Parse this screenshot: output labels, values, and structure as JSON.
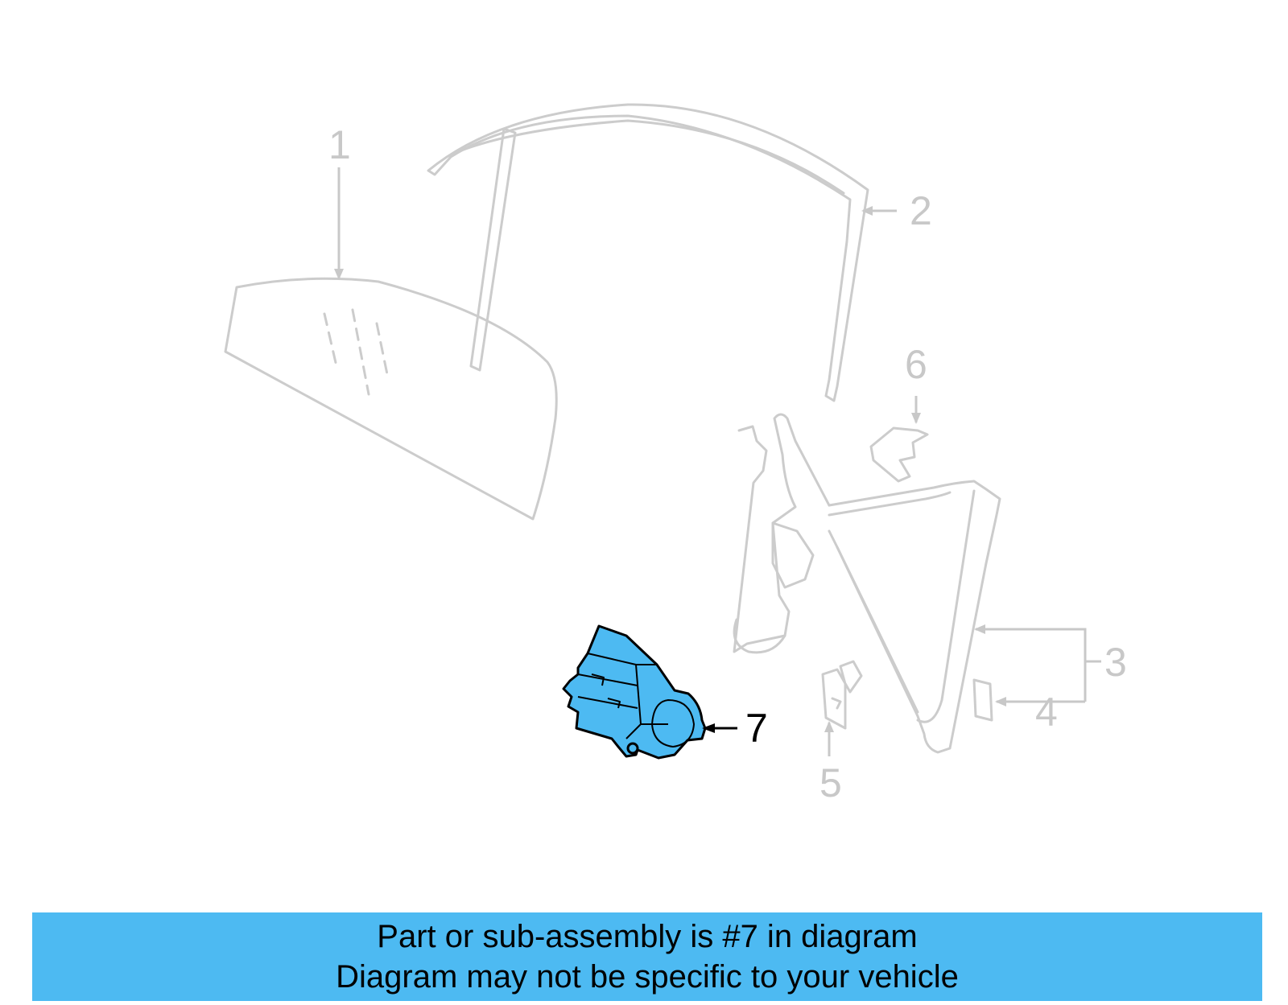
{
  "callouts": {
    "c1": "1",
    "c2": "2",
    "c3": "3",
    "c4": "4",
    "c5": "5",
    "c6": "6",
    "c7": "7"
  },
  "banner": {
    "line1": "Part or sub-assembly is #7 in diagram",
    "line2": "Diagram may not be specific to your vehicle"
  },
  "colors": {
    "highlight": "#4dbaf2",
    "ghost_line": "#cccccc",
    "highlight_callout": "#000000"
  },
  "icons": {
    "arrow": "arrowhead-icon"
  }
}
